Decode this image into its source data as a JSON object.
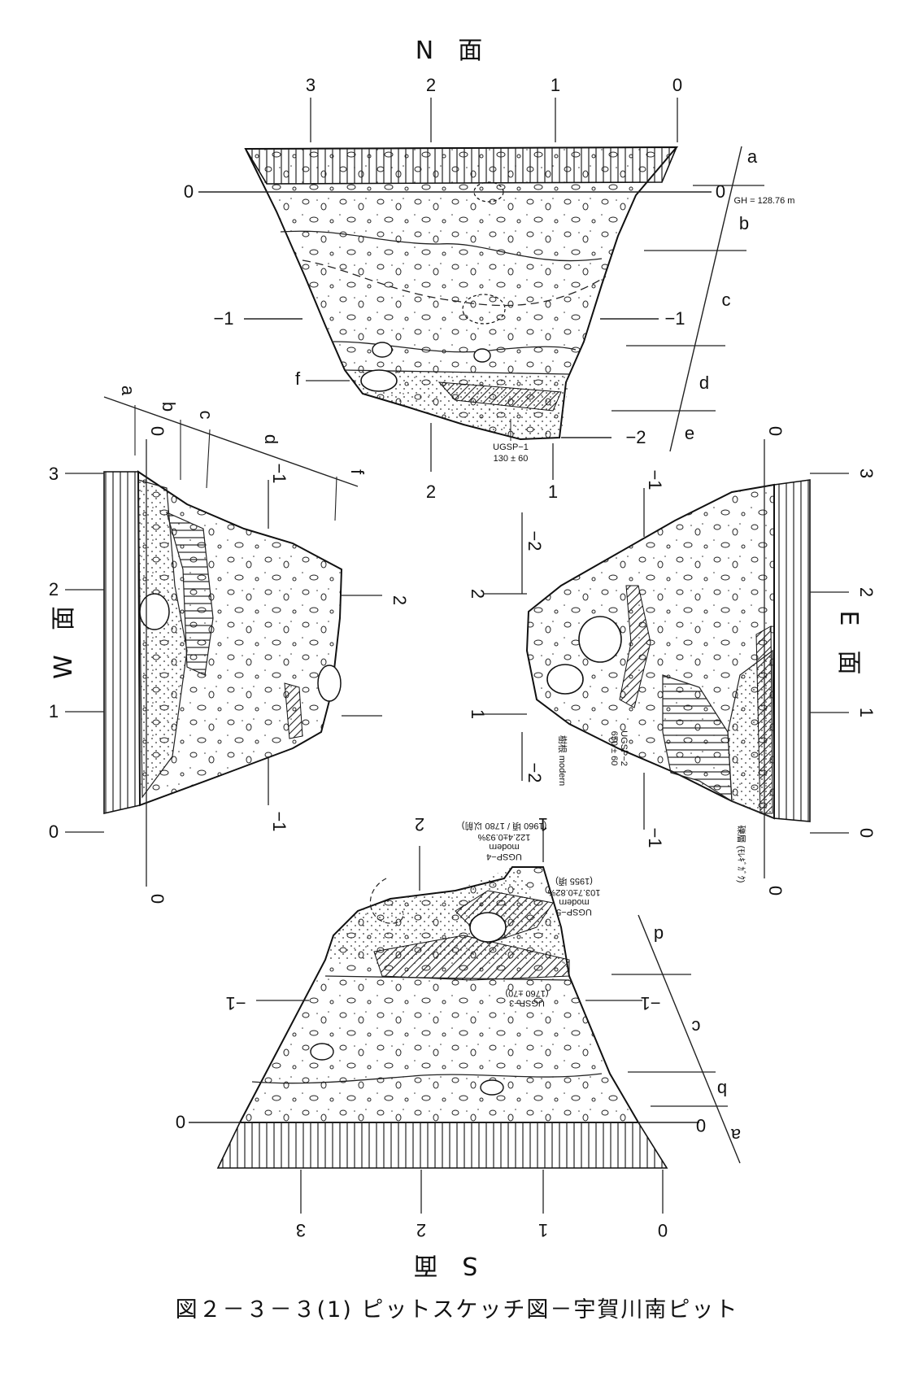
{
  "figure": {
    "caption": "図２－３－３(1) ピットスケッチ図－宇賀川南ピット",
    "north": {
      "title": "N　面",
      "top_ticks": [
        "3",
        "2",
        "1",
        "0"
      ],
      "bottom_ticks": [
        "2",
        "1"
      ],
      "left_ticks": [
        "0",
        "−1"
      ],
      "right_ticks": [
        "0",
        "−1",
        "−2"
      ],
      "layers": [
        "a",
        "b",
        "c",
        "d",
        "e"
      ],
      "gh": "GH = 128.76 m",
      "f_label": "f",
      "sample1": "UGSP−1",
      "sample1_age": "130 ± 60"
    },
    "west": {
      "title": "W　面",
      "left_ticks": [
        "3",
        "2",
        "1",
        "0"
      ],
      "top_ticks": [
        "0",
        "−1"
      ],
      "bottom_ticks": [
        "0",
        "−1"
      ],
      "right_ticks": [
        "2"
      ],
      "layers": [
        "a",
        "b",
        "c",
        "d",
        "f"
      ]
    },
    "east": {
      "title": "E　面",
      "right_ticks": [
        "3",
        "2",
        "1",
        "0"
      ],
      "top_ticks": [
        "0",
        "−1"
      ],
      "bottom_ticks": [
        "0",
        "−1"
      ],
      "left_ticks": [
        "−2",
        "2",
        "1",
        "−2"
      ],
      "sample2": "UGSP−2",
      "sample2_age": "650 ± 60",
      "note_modern": "樹根 modern",
      "note_bottom": "礫層 (ﾓﾚｷﾞｶﾞｸ)"
    },
    "south": {
      "title": "S　面",
      "bottom_ticks": [
        "3",
        "2",
        "1",
        "0"
      ],
      "top_ticks": [
        "2",
        "1"
      ],
      "side_ticks": [
        "−1",
        "−1",
        "0",
        "0"
      ],
      "layers": [
        "d",
        "c",
        "b",
        "a"
      ],
      "sample3": "UGSP−3",
      "sample3_note": "(1760 ±70)",
      "sample4": "UGSP−4",
      "sample4_mod": "modern",
      "sample4_pct": "122.4±0.93%",
      "sample4_year": "(1960 頃 / 1780 以前)",
      "sample5": "UGSP−5",
      "sample5_mod": "modern",
      "sample5_pct": "103.7±0.82%",
      "sample5_year": "(1955 頃)"
    }
  }
}
